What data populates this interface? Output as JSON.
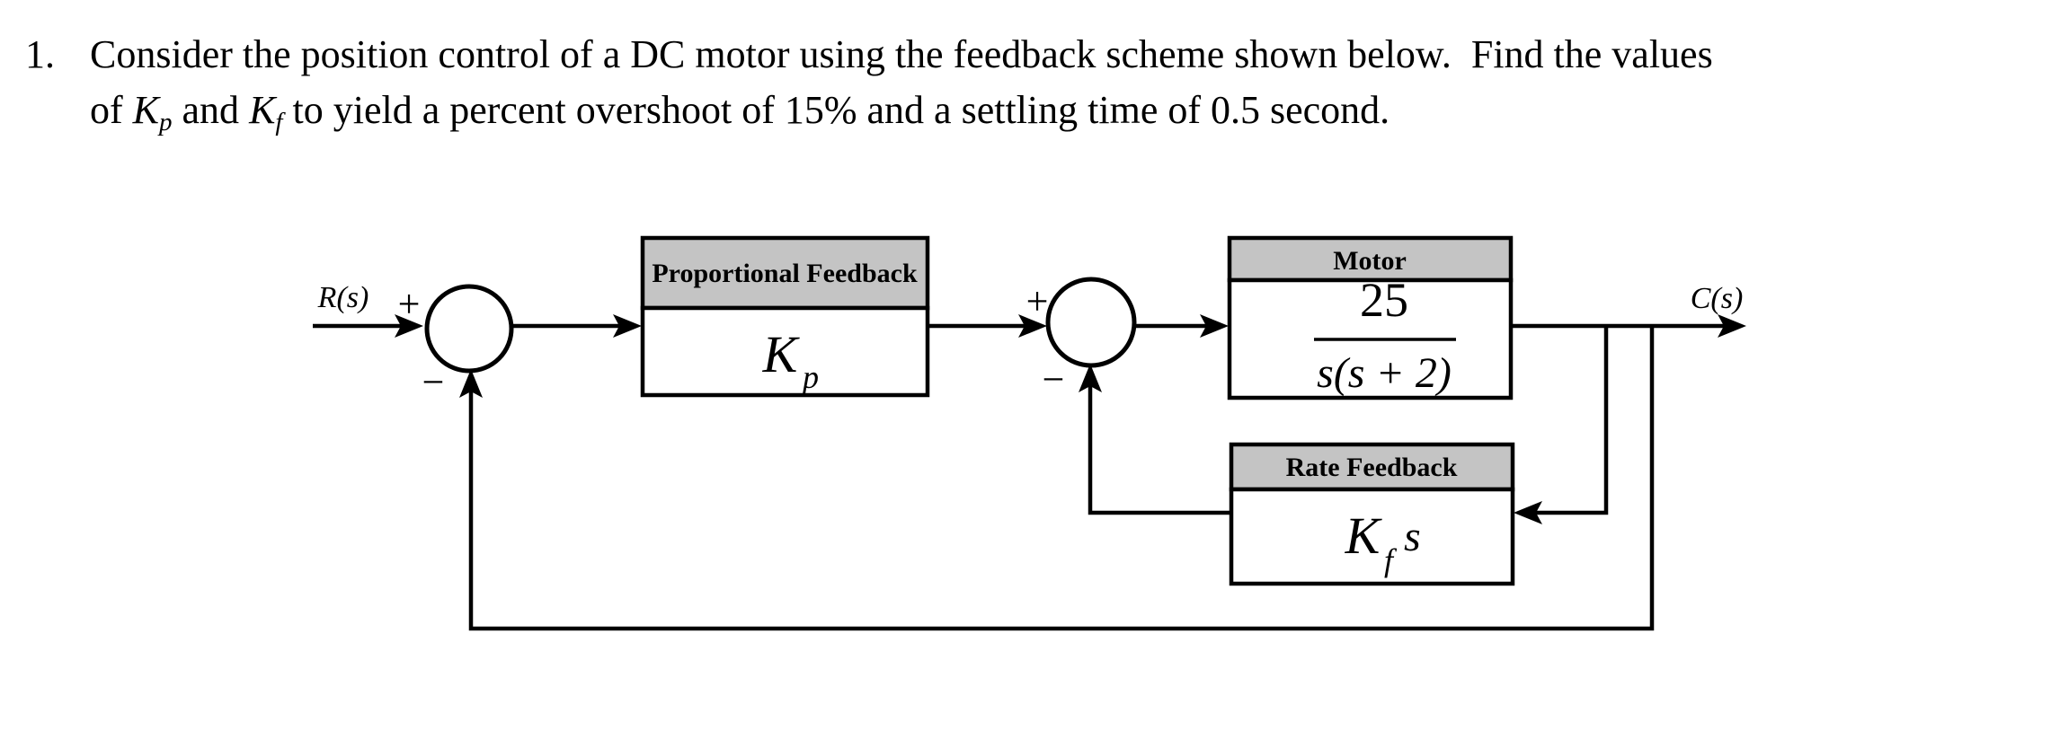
{
  "problem": {
    "number": "1.",
    "line1": "Consider the position control of a DC motor using the feedback scheme shown below.  Find the values",
    "line2": {
      "part1": "of ",
      "sym1_main": "K",
      "sym1_sub": "p",
      "part2": " and ",
      "sym2_main": "K",
      "sym2_sub": "f",
      "part3": " to yield a percent overshoot of 15% and a settling time of 0.5 second."
    }
  },
  "diagram": {
    "input_label": "R(s)",
    "output_label": "C(s)",
    "sum1": {
      "plus": "+",
      "minus": "−"
    },
    "sum2": {
      "plus": "+",
      "minus": "−"
    },
    "blocks": {
      "proportional": {
        "title": "Proportional Feedback",
        "symbol_main": "K",
        "symbol_sub": "p"
      },
      "motor": {
        "title": "Motor",
        "numerator": "25",
        "denominator": "s(s + 2)"
      },
      "rate": {
        "title": "Rate Feedback",
        "symbol_main": "K",
        "symbol_sub": "f",
        "symbol_post": "s"
      }
    },
    "colors": {
      "header_fill": "#c4c4c4",
      "line": "#000000",
      "block_fill": "#ffffff"
    }
  }
}
